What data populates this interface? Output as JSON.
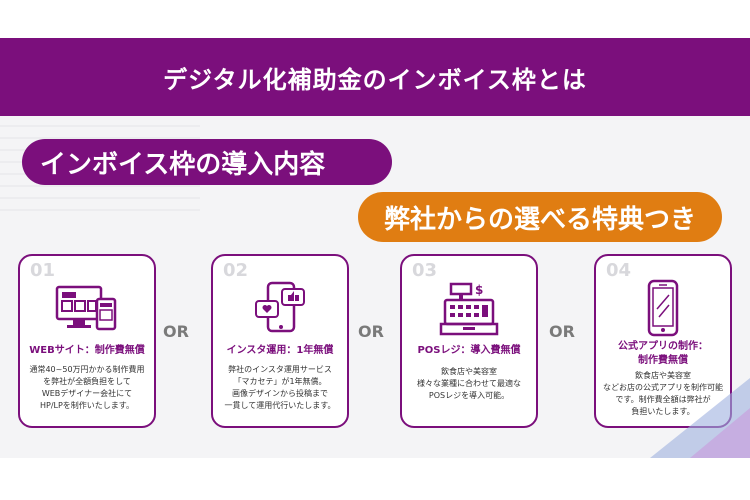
{
  "title": "デジタル化補助金のインボイス枠とは",
  "section_heading": "インボイス枠の導入内容",
  "benefit_heading": "弊社からの選べる特典つき",
  "or_label": "OR",
  "colors": {
    "purple": "#7b0f7c",
    "orange": "#e07d12"
  },
  "cards": [
    {
      "num": "01",
      "icon": "web-devices-icon",
      "title": "WEBサイト：制作費無償",
      "desc": "通常40~50万円かかる制作費用\nを弊社が全額負担をして\nWEBデザイナー会社にて\nHP/LPを制作いたします。"
    },
    {
      "num": "02",
      "icon": "instagram-phone-icon",
      "title": "インスタ運用：1年無償",
      "desc": "弊社のインスタ運用サービス\n「マカセテ」が1年無償。\n画像デザインから投稿まで\n一貫して運用代行いたします。"
    },
    {
      "num": "03",
      "icon": "cash-register-icon",
      "title": "POSレジ：導入費無償",
      "desc": "飲食店や美容室\n様々な業種に合わせて最適な\nPOSレジを導入可能。"
    },
    {
      "num": "04",
      "icon": "smartphone-icon",
      "title": "公式アプリの制作：\n制作費無償",
      "desc": "飲食店や美容室\nなどお店の公式アプリを制作可能\nです。制作費全額は弊社が\n負担いたします。"
    }
  ]
}
